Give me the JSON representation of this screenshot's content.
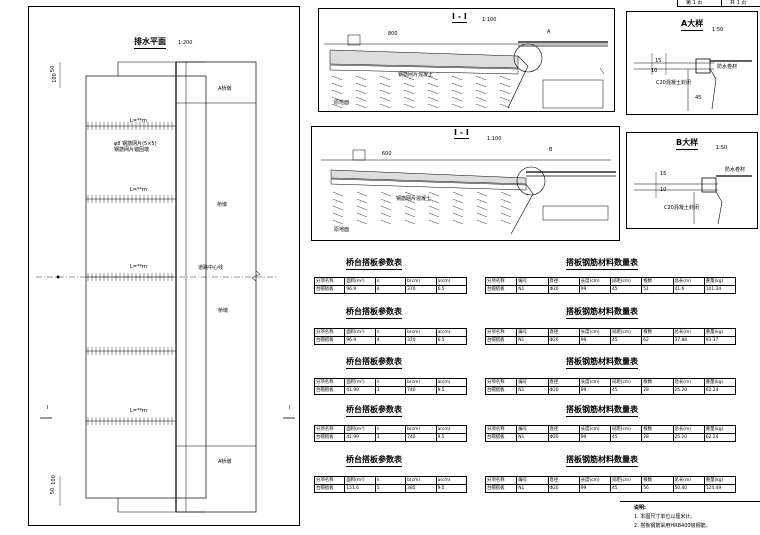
{
  "title_block": {
    "cell1": "第 1 页",
    "cell2": "共 1 页"
  },
  "plan": {
    "title": "排水平面",
    "scale": "1:200",
    "dims_top": [
      "50",
      "100"
    ],
    "dims_bottom": [
      "100",
      "50"
    ],
    "left_labels": [
      {
        "text": "L=**m"
      },
      {
        "text": "φ8 钢筋网片(5×5)"
      },
      {
        "text": "钢筋网片锚固端"
      },
      {
        "text": "L=**m"
      },
      {
        "text": "L=**m"
      },
      {
        "text": "L=**m"
      }
    ],
    "right_labels": [
      "A桥墩",
      "桥墩",
      "桥墩",
      "A桥墩"
    ],
    "center_label": "道路中心线",
    "section_mark": "I"
  },
  "section_top": {
    "title": "I - I",
    "scale": "1:100",
    "detail_mark": "A",
    "dim": "800",
    "label": "钢筋网片混凝土",
    "ground": "原地面"
  },
  "section_mid": {
    "title": "I - I",
    "scale": "1:100",
    "detail_mark": "B",
    "dim": "600",
    "label": "钢筋网片混凝土",
    "ground": "原地面"
  },
  "detail_a": {
    "title": "A大样",
    "scale": "1:50",
    "label1": "防水卷材",
    "label2": "C20混凝土封闭",
    "dim1": "15",
    "dim2": "10",
    "dim3": "45"
  },
  "detail_b": {
    "title": "B大样",
    "scale": "1:50",
    "label1": "防水卷材",
    "label2": "C20混凝土封闭",
    "dim1": "15",
    "dim2": "10"
  },
  "left_tables": [
    {
      "title": "桥台搭板参数表",
      "headers": [
        "分项名称",
        "面积(m²)",
        "n",
        "b(cm)",
        "a(cm)"
      ],
      "row": [
        "台帽搭板",
        "96.9",
        "4",
        "370",
        "6.5"
      ]
    },
    {
      "title": "桥台搭板参数表",
      "headers": [
        "分项名称",
        "面积(m²)",
        "n",
        "b(cm)",
        "a(cm)"
      ],
      "row": [
        "台帽搭板",
        "96.9",
        "4",
        "370",
        "6.5"
      ]
    },
    {
      "title": "桥台搭板参数表",
      "headers": [
        "分项名称",
        "面积(m²)",
        "n",
        "b(cm)",
        "a(cm)"
      ],
      "row": [
        "台帽搭板",
        "41.99",
        "3",
        "740",
        "9.5"
      ]
    },
    {
      "title": "桥台搭板参数表",
      "headers": [
        "分项名称",
        "面积(m²)",
        "n",
        "b(cm)",
        "a(cm)"
      ],
      "row": [
        "台帽搭板",
        "41.99",
        "3",
        "740",
        "9.5"
      ]
    },
    {
      "title": "桥台搭板参数表",
      "headers": [
        "分项名称",
        "面积(m²)",
        "n",
        "b(cm)",
        "a(cm)"
      ],
      "row": [
        "台帽搭板",
        "151.6",
        "5",
        "385",
        "9.5"
      ]
    }
  ],
  "right_tables": [
    {
      "title": "搭板钢筋材料数量表",
      "headers": [
        "分项名称",
        "编号",
        "直径",
        "长度(cm)",
        "间距(cm)",
        "根数",
        "总长(m)",
        "重量(kg)"
      ],
      "row": [
        "台帽搭板",
        "N1",
        "Φ20",
        "99",
        "45",
        "51",
        "41.6",
        "101.34"
      ]
    },
    {
      "title": "搭板钢筋材料数量表",
      "headers": [
        "分项名称",
        "编号",
        "直径",
        "长度(cm)",
        "间距(cm)",
        "根数",
        "总长(m)",
        "重量(kg)"
      ],
      "row": [
        "台帽搭板",
        "N1",
        "Φ20",
        "99",
        "45",
        "62",
        "37.88",
        "93.37"
      ]
    },
    {
      "title": "搭板钢筋材料数量表",
      "headers": [
        "分项名称",
        "编号",
        "直径",
        "长度(cm)",
        "间距(cm)",
        "根数",
        "总长(m)",
        "重量(kg)"
      ],
      "row": [
        "台帽搭板",
        "N1",
        "Φ20",
        "99",
        "45",
        "28",
        "25.20",
        "62.24"
      ]
    },
    {
      "title": "搭板钢筋材料数量表",
      "headers": [
        "分项名称",
        "编号",
        "直径",
        "长度(cm)",
        "间距(cm)",
        "根数",
        "总长(m)",
        "重量(kg)"
      ],
      "row": [
        "台帽搭板",
        "N1",
        "Φ20",
        "99",
        "45",
        "28",
        "25.20",
        "62.24"
      ]
    },
    {
      "title": "搭板钢筋材料数量表",
      "headers": [
        "分项名称",
        "编号",
        "直径",
        "长度(cm)",
        "间距(cm)",
        "根数",
        "总长(m)",
        "重量(kg)"
      ],
      "row": [
        "台帽搭板",
        "N1",
        "Φ20",
        "99",
        "45",
        "56",
        "50.40",
        "124.49"
      ]
    }
  ],
  "notes": {
    "heading": "说明:",
    "line1": "1. 本图尺寸单位以厘米计。",
    "line2": "2. 搭板钢筋采用HRB400级钢筋。"
  }
}
